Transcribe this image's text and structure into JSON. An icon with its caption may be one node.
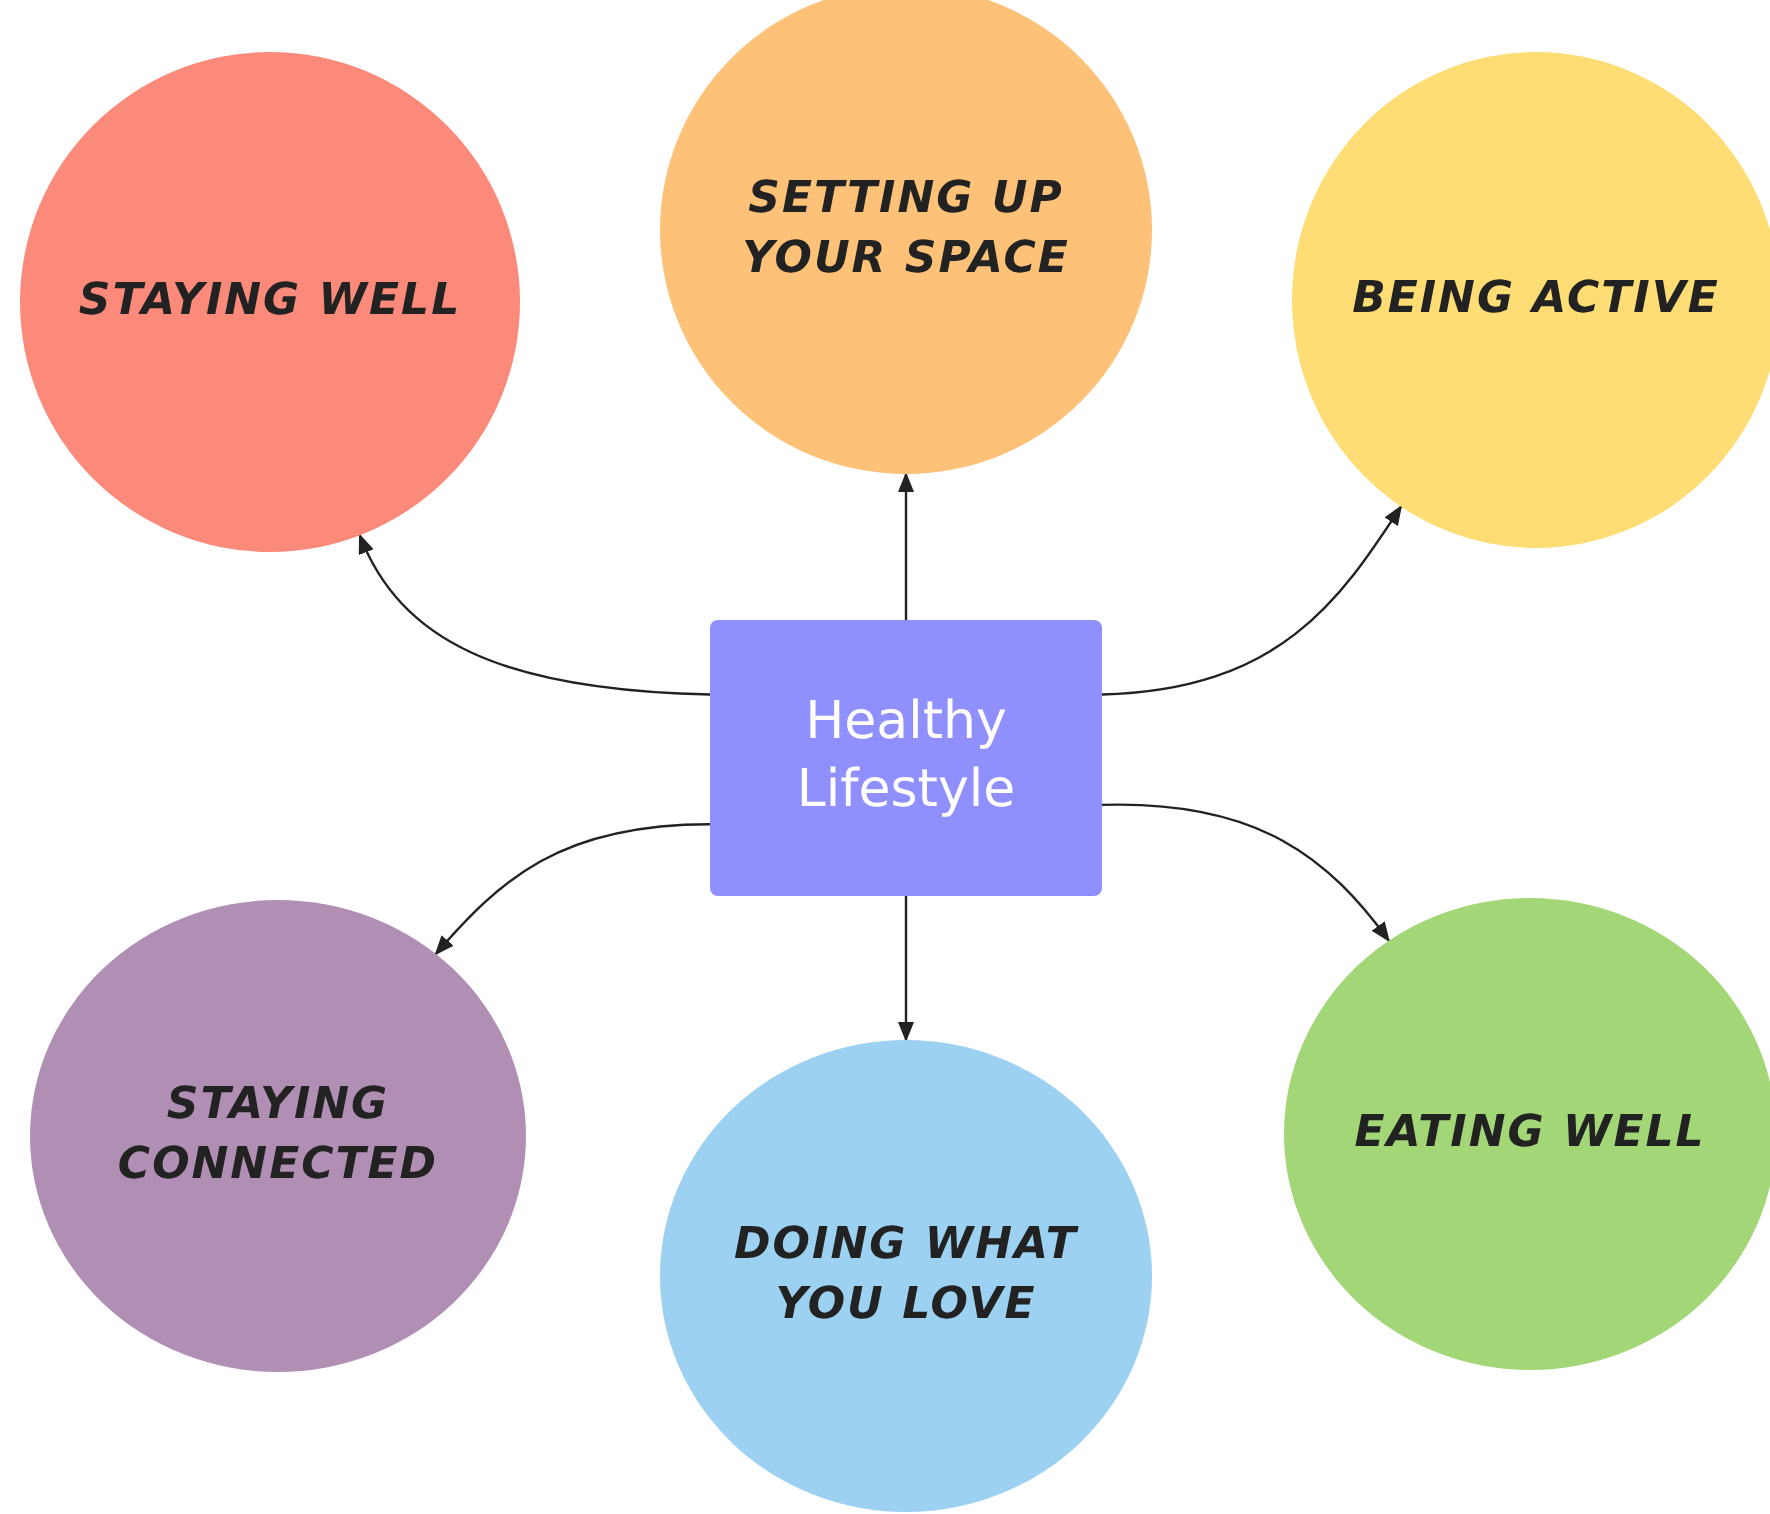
{
  "diagram": {
    "nodes": [
      {
        "text": [
          "STAYING WELL"
        ]
      },
      {
        "text": [
          "SETTING UP YOUR SPACE"
        ]
      },
      {
        "text": [
          "BEING ACTIVE"
        ]
      },
      {
        "text": [
          "Healthy Lifestyle"
        ]
      },
      {
        "text": [
          "STAYING CONNECTED"
        ]
      },
      {
        "text": [
          "DOING WHAT YOU LOVE"
        ]
      },
      {
        "text": [
          "EATING WELL"
        ]
      }
    ],
    "edges": [
      {
        "from": 3,
        "to": 0,
        "arrow": "to"
      },
      {
        "from": 3,
        "to": 1,
        "arrow": "to"
      },
      {
        "from": 3,
        "to": 2,
        "arrow": "to"
      },
      {
        "from": 3,
        "to": 4,
        "arrow": "to"
      },
      {
        "from": 3,
        "to": 5,
        "arrow": "to"
      },
      {
        "from": 3,
        "to": 6,
        "arrow": "to"
      }
    ]
  }
}
